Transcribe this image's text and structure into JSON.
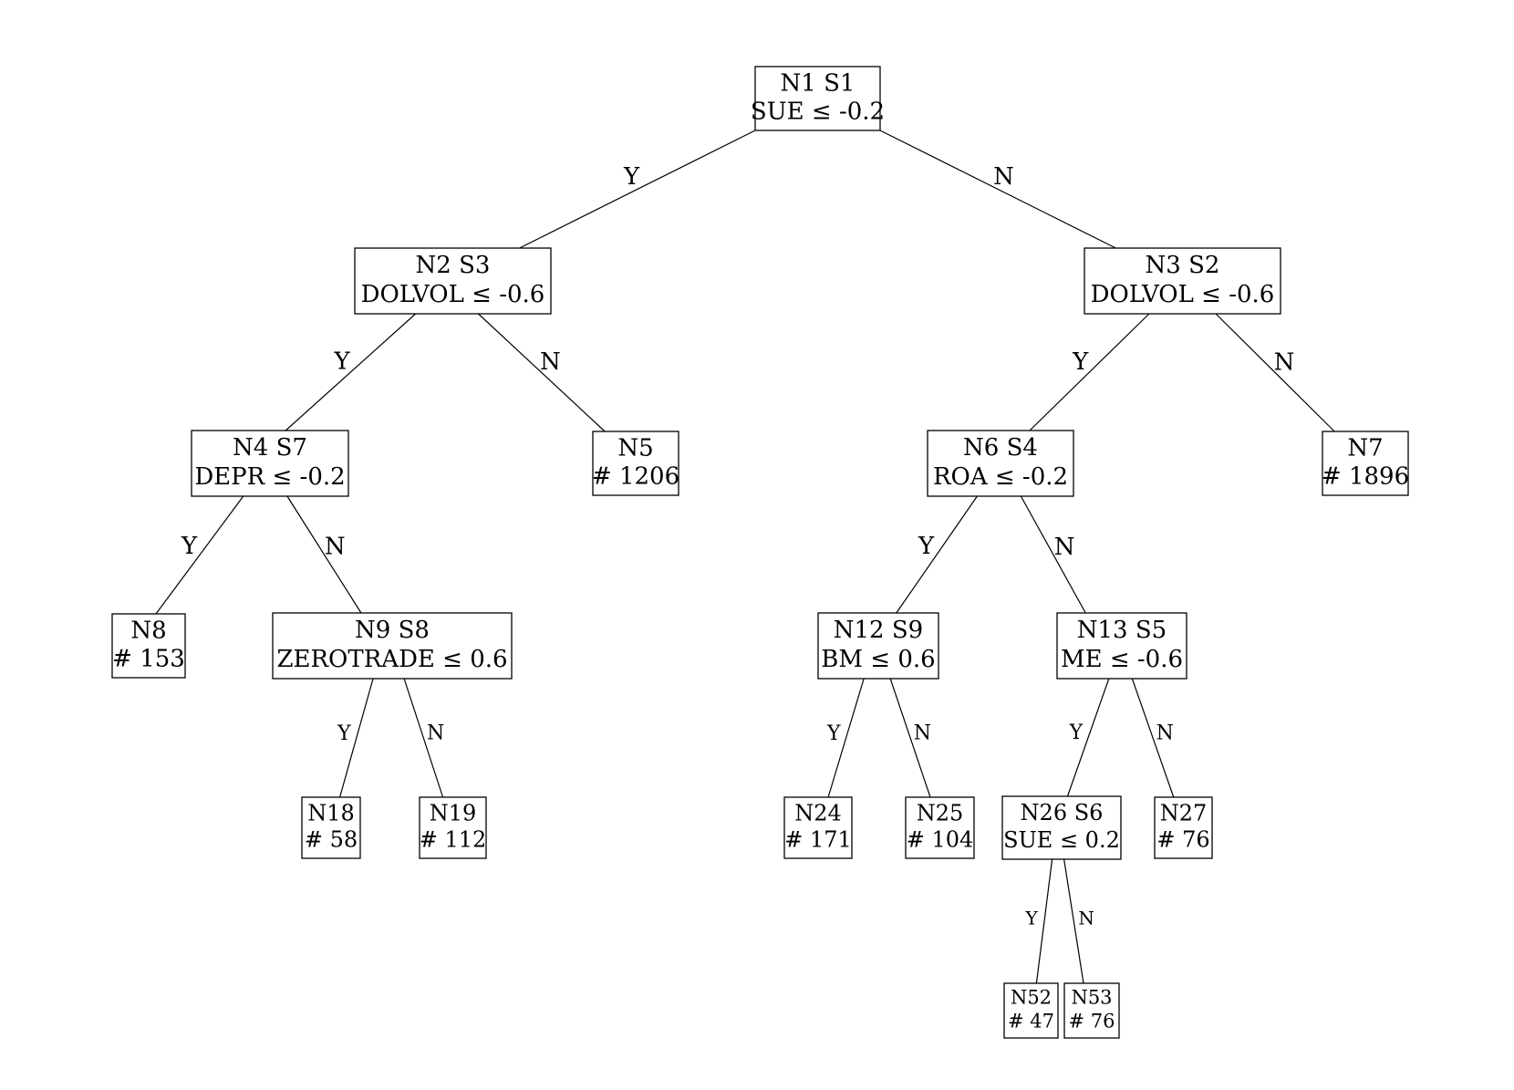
{
  "nodes": [
    {
      "id": "N1",
      "line1": "N1 S1",
      "line2": "SUE ≤ -0.2"
    },
    {
      "id": "N2",
      "line1": "N2 S3",
      "line2": "DOLVOL ≤ -0.6"
    },
    {
      "id": "N3",
      "line1": "N3 S2",
      "line2": "DOLVOL ≤ -0.6"
    },
    {
      "id": "N4",
      "line1": "N4 S7",
      "line2": "DEPR ≤ -0.2"
    },
    {
      "id": "N5",
      "line1": "N5",
      "line2": "# 1206"
    },
    {
      "id": "N6",
      "line1": "N6 S4",
      "line2": "ROA ≤ -0.2"
    },
    {
      "id": "N7",
      "line1": "N7",
      "line2": "# 1896"
    },
    {
      "id": "N8",
      "line1": "N8",
      "line2": "# 153"
    },
    {
      "id": "N9",
      "line1": "N9 S8",
      "line2": "ZEROTRADE ≤ 0.6"
    },
    {
      "id": "N12",
      "line1": "N12 S9",
      "line2": "BM ≤ 0.6"
    },
    {
      "id": "N13",
      "line1": "N13 S5",
      "line2": "ME ≤ -0.6"
    },
    {
      "id": "N18",
      "line1": "N18",
      "line2": "# 58"
    },
    {
      "id": "N19",
      "line1": "N19",
      "line2": "# 112"
    },
    {
      "id": "N24",
      "line1": "N24",
      "line2": "# 171"
    },
    {
      "id": "N25",
      "line1": "N25",
      "line2": "# 104"
    },
    {
      "id": "N26",
      "line1": "N26 S6",
      "line2": "SUE ≤ 0.2"
    },
    {
      "id": "N27",
      "line1": "N27",
      "line2": "# 76"
    },
    {
      "id": "N52",
      "line1": "N52",
      "line2": "# 47"
    },
    {
      "id": "N53",
      "line1": "N53",
      "line2": "# 76"
    }
  ],
  "edges": [
    {
      "from": "N1",
      "to": "N2",
      "label": "Y"
    },
    {
      "from": "N1",
      "to": "N3",
      "label": "N"
    },
    {
      "from": "N2",
      "to": "N4",
      "label": "Y"
    },
    {
      "from": "N2",
      "to": "N5",
      "label": "N"
    },
    {
      "from": "N3",
      "to": "N6",
      "label": "Y"
    },
    {
      "from": "N3",
      "to": "N7",
      "label": "N"
    },
    {
      "from": "N4",
      "to": "N8",
      "label": "Y"
    },
    {
      "from": "N4",
      "to": "N9",
      "label": "N"
    },
    {
      "from": "N6",
      "to": "N12",
      "label": "Y"
    },
    {
      "from": "N6",
      "to": "N13",
      "label": "N"
    },
    {
      "from": "N9",
      "to": "N18",
      "label": "Y"
    },
    {
      "from": "N9",
      "to": "N19",
      "label": "N"
    },
    {
      "from": "N12",
      "to": "N24",
      "label": "Y"
    },
    {
      "from": "N12",
      "to": "N25",
      "label": "N"
    },
    {
      "from": "N13",
      "to": "N26",
      "label": "Y"
    },
    {
      "from": "N13",
      "to": "N27",
      "label": "N"
    },
    {
      "from": "N26",
      "to": "N52",
      "label": "Y"
    },
    {
      "from": "N26",
      "to": "N53",
      "label": "N"
    }
  ]
}
